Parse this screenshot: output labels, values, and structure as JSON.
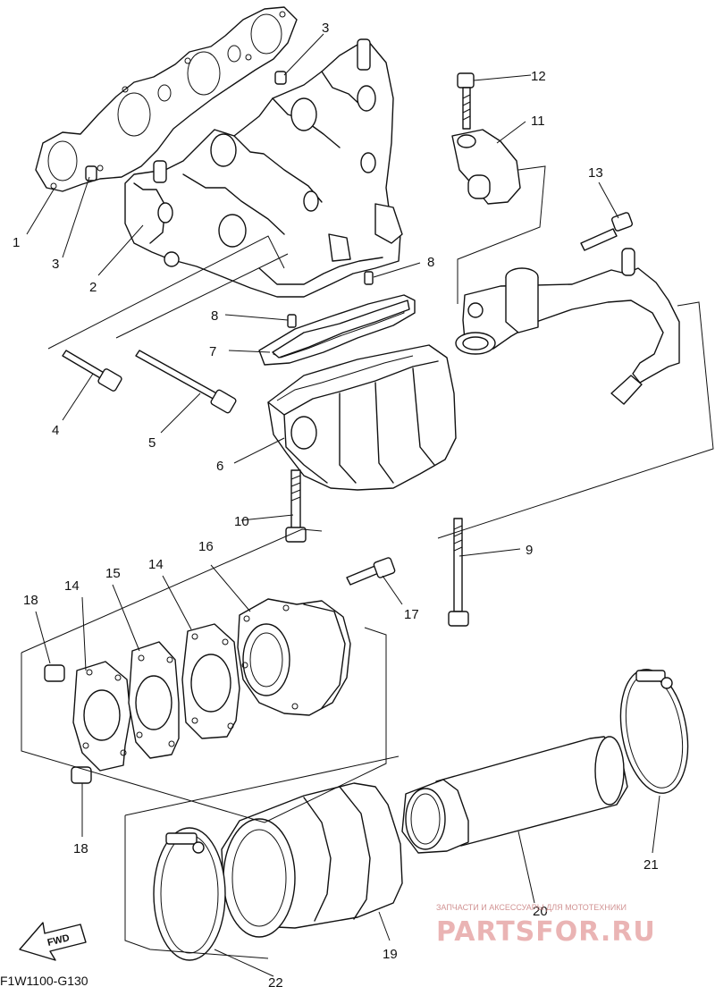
{
  "diagram": {
    "parts": [
      {
        "number": "1"
      },
      {
        "number": "2"
      },
      {
        "number": "3"
      },
      {
        "number": "4"
      },
      {
        "number": "5"
      },
      {
        "number": "6"
      },
      {
        "number": "7"
      },
      {
        "number": "8"
      },
      {
        "number": "9"
      },
      {
        "number": "10"
      },
      {
        "number": "11"
      },
      {
        "number": "12"
      },
      {
        "number": "13"
      },
      {
        "number": "14"
      },
      {
        "number": "15"
      },
      {
        "number": "16"
      },
      {
        "number": "17"
      },
      {
        "number": "18"
      },
      {
        "number": "19"
      },
      {
        "number": "20"
      },
      {
        "number": "21"
      },
      {
        "number": "22"
      }
    ],
    "fwd_label": "FWD",
    "diagram_code": "F1W1100-G130"
  },
  "watermark": {
    "tagline": "ЗАПЧАСТИ И АКСЕССУАРЫ ДЛЯ МОТОТЕХНИКИ",
    "brand": "PARTSFOR.RU",
    "color": "#e7a7a7"
  }
}
